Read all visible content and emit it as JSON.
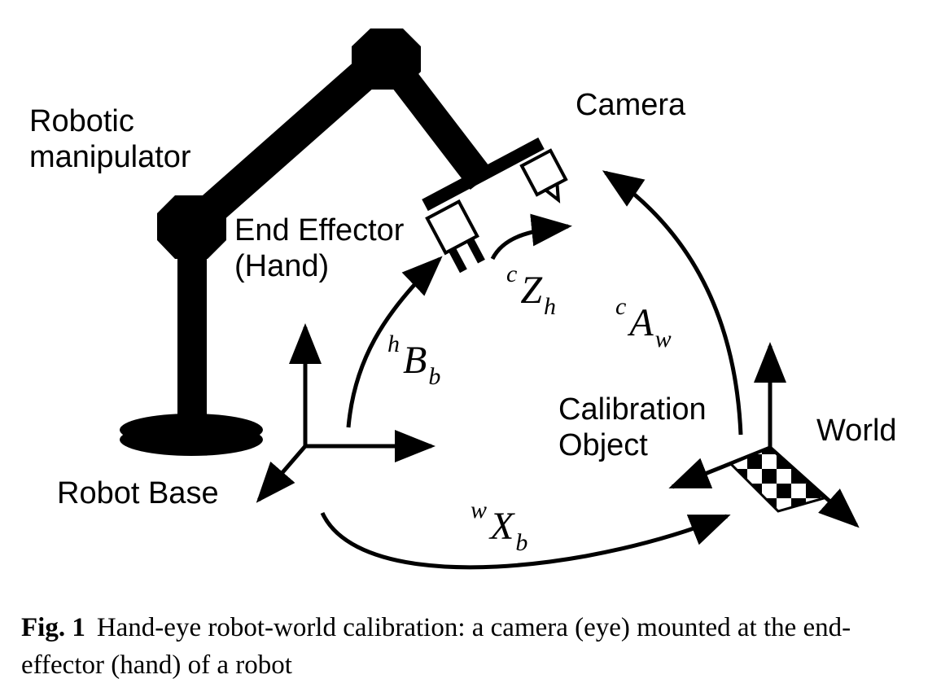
{
  "labels": {
    "manipulator_line1": "Robotic",
    "manipulator_line2": "manipulator",
    "camera": "Camera",
    "end_effector_line1": "End Effector",
    "end_effector_line2": "(Hand)",
    "calibration_line1": "Calibration",
    "calibration_line2": "Object",
    "world": "World",
    "robot_base": "Robot Base"
  },
  "transforms": {
    "hBb": {
      "pre": "h",
      "main": "B",
      "sub": "b"
    },
    "cZh": {
      "pre": "c",
      "main": "Z",
      "sub": "h"
    },
    "cAw": {
      "pre": "c",
      "main": "A",
      "sub": "w"
    },
    "wXb": {
      "pre": "w",
      "main": "X",
      "sub": "b"
    }
  },
  "caption": {
    "number": "Fig. 1",
    "text": "Hand-eye robot-world calibration: a camera (eye) mounted at the end-effector (hand) of a robot"
  },
  "colors": {
    "ink": "#000000",
    "background": "#ffffff"
  }
}
